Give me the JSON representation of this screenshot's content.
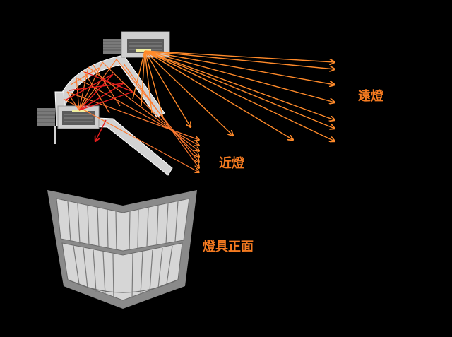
{
  "labels": {
    "high_beam": "遠燈",
    "low_beam": "近燈",
    "lamp_front": "燈具正面"
  },
  "colors": {
    "background": "#000000",
    "label_text": "#f47a20",
    "high_beam_ray": "#ff8a2a",
    "low_beam_ray": "#ff7a30",
    "reflected_ray": "#e81e1e",
    "reflector": "#d2d2d2",
    "bulb_housing": "#cfcfcf",
    "lens_frame": "#8a8a8a",
    "lens_cells": "#d6d6d6"
  },
  "icons": {
    "high_beam_bulb": "bulb-unit-icon",
    "low_beam_bulb": "bulb-unit-icon",
    "heat_sink": "heat-sink-icon"
  }
}
